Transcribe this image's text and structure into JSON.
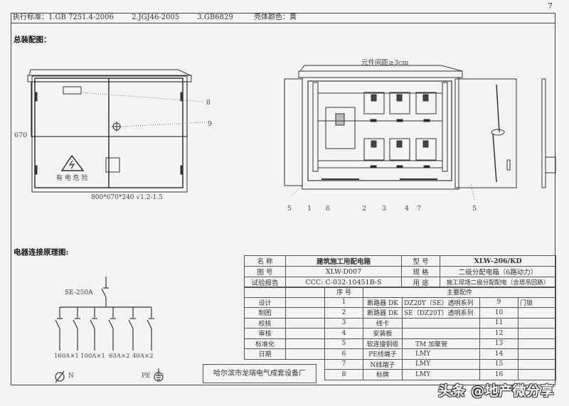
{
  "page": {
    "number": "7"
  },
  "standards": {
    "label": "执行标准：",
    "items": [
      "1.GB 7251.4-2006",
      "2.JGJ46-2005",
      "3.GB6829"
    ],
    "shell_color": "壳体颜色：黄"
  },
  "assembly": {
    "title": "总装配图：",
    "front_view": {
      "height_dim": "670",
      "callouts": [
        "8",
        "9"
      ],
      "warning_text": "有 电 危 险",
      "dims_caption": "800*670*240 √1.2-1.5"
    },
    "open_view": {
      "spacing_note": "元件间距≥3cm",
      "callouts": [
        "5",
        "1",
        "6",
        "2",
        "3",
        "4",
        "7",
        "5"
      ]
    }
  },
  "schematic": {
    "title": "电器连接原理图:",
    "main_breaker": "SE-250A",
    "branch_labels": [
      "160A×1",
      "100A×1",
      "63A×2",
      "40A×2"
    ],
    "neutral_label": "N",
    "pe_label": "PE"
  },
  "title_block": {
    "rows": [
      {
        "k1": "名    称",
        "v1": "建筑施工用配电箱",
        "k2": "型    号",
        "v2": "XLW-206/KD"
      },
      {
        "k1": "图    号",
        "v1": "XLW-D007",
        "k2": "规    格",
        "v2": "二级分配电箱（6路动力）"
      },
      {
        "k1": "试验报告",
        "v1": "CCC: C-032-10451B-S",
        "k2": "用    途",
        "v2": "施工现场二级分配配电（含塔吊回路）"
      }
    ],
    "parts_header": {
      "seq": "序    号",
      "main": "主要配件"
    },
    "signoff": [
      "设计",
      "制图",
      "校核",
      "审核",
      "标准化",
      "日期"
    ],
    "parts": [
      {
        "no": "1",
        "name": "断路器 DK",
        "spec": "DZ20Y（SE）透明系列",
        "no2": "9",
        "name2": "门锁"
      },
      {
        "no": "2",
        "name": "断路器 DK",
        "spec": "SE（DZ20T）透明系列",
        "no2": "10",
        "name2": ""
      },
      {
        "no": "3",
        "name": "线卡",
        "spec": "",
        "no2": "11",
        "name2": ""
      },
      {
        "no": "4",
        "name": "安装板",
        "spec": "",
        "no2": "12",
        "name2": ""
      },
      {
        "no": "5",
        "name": "软连接铜缆",
        "spec": "TM 加聚管",
        "no2": "13",
        "name2": ""
      },
      {
        "no": "6",
        "name": "PE线端子",
        "spec": "LMY",
        "no2": "14",
        "name2": ""
      },
      {
        "no": "7",
        "name": "N线端子",
        "spec": "LMY",
        "no2": "15",
        "name2": ""
      },
      {
        "no": "8",
        "name": "标牌",
        "spec": "LMY",
        "no2": "16",
        "name2": ""
      }
    ],
    "company": "哈尔滨市龙瑞电气成套设备厂"
  },
  "watermark": "头条 @地产微分享"
}
